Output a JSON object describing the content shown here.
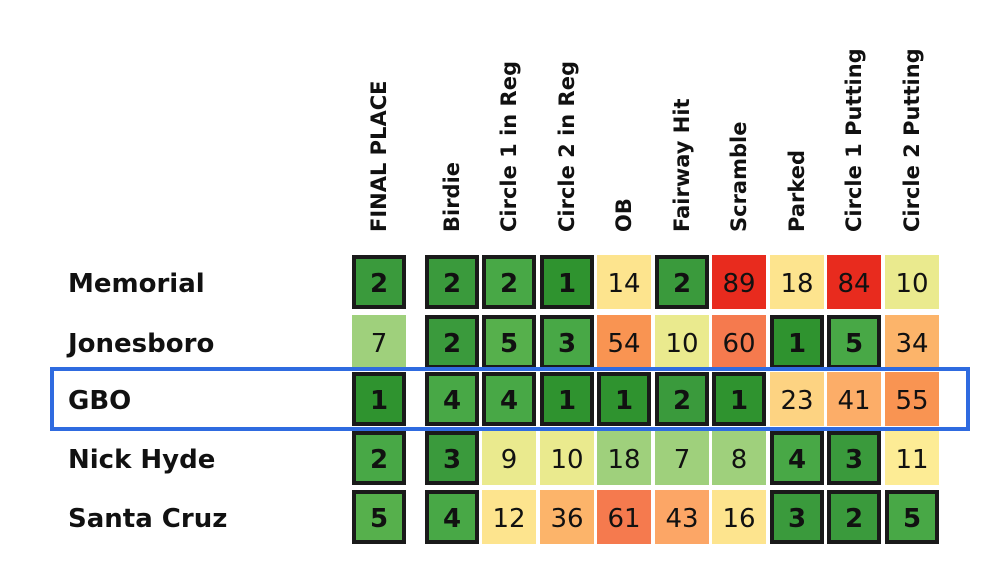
{
  "chart_data": {
    "type": "heatmap",
    "columns": [
      "FINAL PLACE",
      "Birdie",
      "Circle 1 in Reg",
      "Circle 2 in Reg",
      "OB",
      "Fairway Hit",
      "Scramble",
      "Parked",
      "Circle 1 Putting",
      "Circle 2 Putting"
    ],
    "rows": [
      {
        "label": "Memorial",
        "values": [
          2,
          2,
          2,
          1,
          14,
          2,
          89,
          18,
          84,
          10
        ]
      },
      {
        "label": "Jonesboro",
        "values": [
          7,
          2,
          5,
          3,
          54,
          10,
          60,
          1,
          5,
          34
        ]
      },
      {
        "label": "GBO",
        "values": [
          1,
          4,
          4,
          1,
          1,
          2,
          1,
          23,
          41,
          55
        ]
      },
      {
        "label": "Nick Hyde",
        "values": [
          2,
          3,
          9,
          10,
          18,
          7,
          8,
          4,
          3,
          11
        ]
      },
      {
        "label": "Santa Cruz",
        "values": [
          5,
          4,
          12,
          36,
          61,
          43,
          16,
          3,
          2,
          5
        ]
      }
    ],
    "cell_colors": [
      [
        "#3a9a3c",
        "#3a9a3c",
        "#48a846",
        "#2f932f",
        "#fde48e",
        "#3a9a3c",
        "#e82b1e",
        "#fde48e",
        "#e82b1e",
        "#eaea8e"
      ],
      [
        "#9fd07c",
        "#3a9a3c",
        "#56b04c",
        "#48a846",
        "#f99452",
        "#eaea8e",
        "#f57a4e",
        "#2f932f",
        "#48a846",
        "#fcb46a"
      ],
      [
        "#2f932f",
        "#48a846",
        "#48a846",
        "#2f932f",
        "#2f932f",
        "#3a9a3c",
        "#2f932f",
        "#fdd382",
        "#fcad68",
        "#f99452"
      ],
      [
        "#48a846",
        "#3a9a3c",
        "#eaea8e",
        "#eaea8e",
        "#9fd07c",
        "#9fd07c",
        "#9fd07c",
        "#48a846",
        "#3a9a3c",
        "#fdec95"
      ],
      [
        "#56b04c",
        "#48a846",
        "#fde48e",
        "#fcb46a",
        "#f57a4e",
        "#fca666",
        "#fde48e",
        "#3a9a3c",
        "#3a9a3c",
        "#48a846"
      ]
    ],
    "highlight_color": "#2f6be0",
    "highlighted_row": "GBO"
  }
}
